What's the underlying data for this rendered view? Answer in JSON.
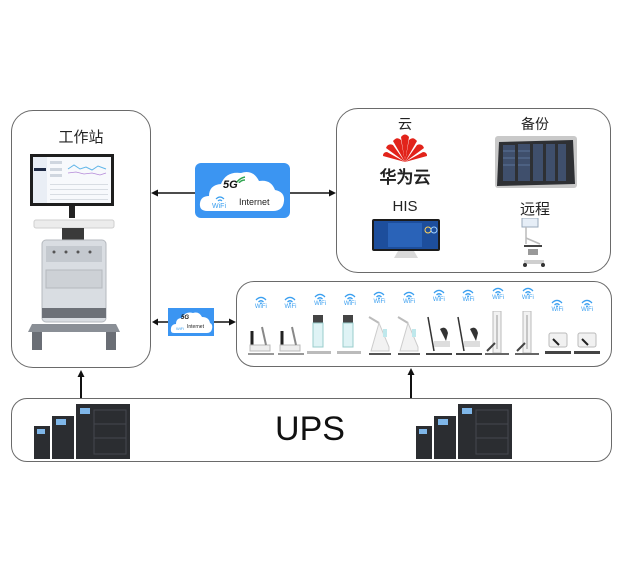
{
  "workstation": {
    "title": "工作站"
  },
  "network_main": {
    "label_5g": "5G",
    "label_wifi": "WiFi",
    "label_internet": "Internet"
  },
  "network_small": {
    "label_5g": "5G",
    "label_wifi": "WiFi",
    "label_internet": "Internet"
  },
  "cloud_panel": {
    "items": [
      {
        "title": "云",
        "brand_text": "华为云"
      },
      {
        "title": "备份"
      },
      {
        "title": "HIS"
      },
      {
        "title": "远程"
      }
    ]
  },
  "devices_panel": {
    "wifi_label": "WiFi",
    "devices": [
      "recumbent-bike",
      "recumbent-bike",
      "upright-console",
      "upright-console",
      "upright-bike",
      "upright-bike",
      "recumbent-stepper",
      "recumbent-stepper",
      "tower-trainer",
      "tower-trainer",
      "limb-trainer",
      "limb-trainer"
    ]
  },
  "ups": {
    "label": "UPS"
  },
  "colors": {
    "network_blue": "#3b95f2",
    "huawei_red": "#e2231a",
    "wifi_blue": "#3a9ff0",
    "cabinet_dark": "#2b2d31",
    "frame": "#6a6a6a"
  }
}
